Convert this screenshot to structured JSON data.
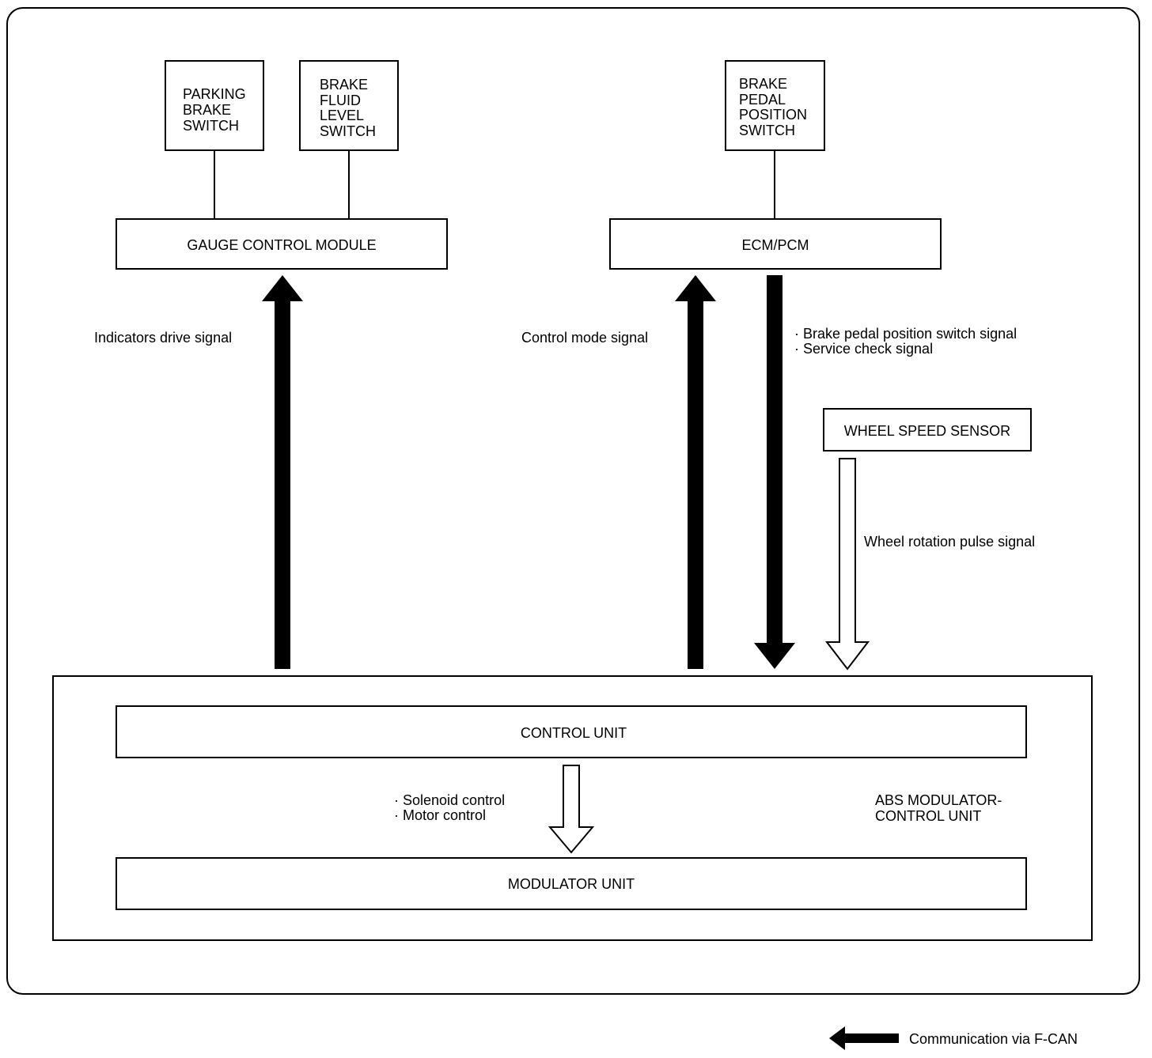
{
  "components": {
    "parking_brake_switch": [
      "PARKING",
      "BRAKE",
      "SWITCH"
    ],
    "brake_fluid_level_switch": [
      "BRAKE",
      "FLUID",
      "LEVEL",
      "SWITCH"
    ],
    "brake_pedal_position_switch": [
      "BRAKE",
      "PEDAL",
      "POSITION",
      "SWITCH"
    ],
    "gauge_control_module": "GAUGE CONTROL MODULE",
    "ecm_pcm": "ECM/PCM",
    "wheel_speed_sensor": "WHEEL SPEED SENSOR",
    "control_unit": "CONTROL UNIT",
    "modulator_unit": "MODULATOR UNIT",
    "abs_modulator_control_unit": [
      "ABS MODULATOR-",
      "CONTROL UNIT"
    ]
  },
  "signals": {
    "indicators_drive": "Indicators drive signal",
    "control_mode": "Control mode signal",
    "ecm_to_abs": [
      "· Brake pedal position switch signal",
      "· Service check signal"
    ],
    "wheel_rotation_pulse": "Wheel rotation pulse signal",
    "control_to_modulator": [
      "· Solenoid control",
      "· Motor control"
    ]
  },
  "legend": {
    "fcan": "Communication via F-CAN"
  },
  "colors": {
    "line": "#000000",
    "background": "#ffffff"
  }
}
